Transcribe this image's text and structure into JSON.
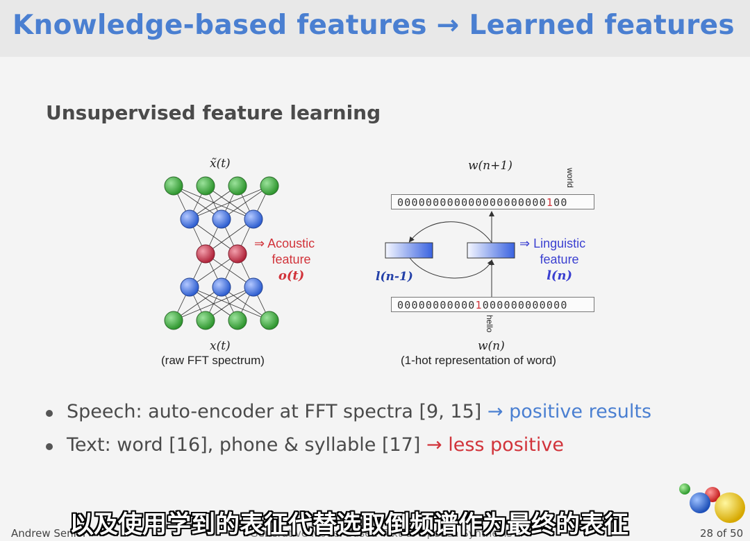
{
  "slide": {
    "title": "Knowledge-based features → Learned features",
    "subtitle": "Unsupervised feature learning"
  },
  "left_figure": {
    "top_label": "x̃(t)",
    "mid_label_1": "⇒ Acoustic",
    "mid_label_2": "feature",
    "mid_label_3": "o(t)",
    "bottom_label": "x(t)",
    "caption": "(raw FFT spectrum)"
  },
  "right_figure": {
    "top_label": "w(n+1)",
    "top_word": "world",
    "top_vector_prefix": "000000000000000000000",
    "top_vector_one": "1",
    "top_vector_suffix": "00",
    "prev_label": "l(n-1)",
    "cur_label_1": "⇒ Linguistic",
    "cur_label_2": "feature",
    "cur_label_3": "l(n)",
    "bottom_vector_prefix": "00000000000",
    "bottom_vector_one": "1",
    "bottom_vector_suffix": "000000000000",
    "bottom_word": "hello",
    "bottom_label": "w(n)",
    "caption": "(1-hot representation of word)"
  },
  "bullets": [
    {
      "text": "Speech: auto-encoder at FFT spectra [9, 15] ",
      "arrow": "→",
      "highlight": "positive results"
    },
    {
      "text": "Text: word [16], phone & syllable [17] ",
      "arrow": "→",
      "highlight": "less positive"
    }
  ],
  "footer": {
    "author": "Andrew Senior",
    "center": "Generative Model-Based Text-to-Speech Synthesis",
    "page": "28 of 50"
  },
  "subtitle_overlay": "以及使用学到的表征代替选取倒频谱作为最终的表征",
  "colors": {
    "accent": "#4a7fd1",
    "negative": "#d1333a",
    "green_node": "#3fae3f",
    "blue_node": "#4a7be0",
    "red_node": "#c9364a"
  },
  "icons": [
    "logo-balls-icon"
  ]
}
